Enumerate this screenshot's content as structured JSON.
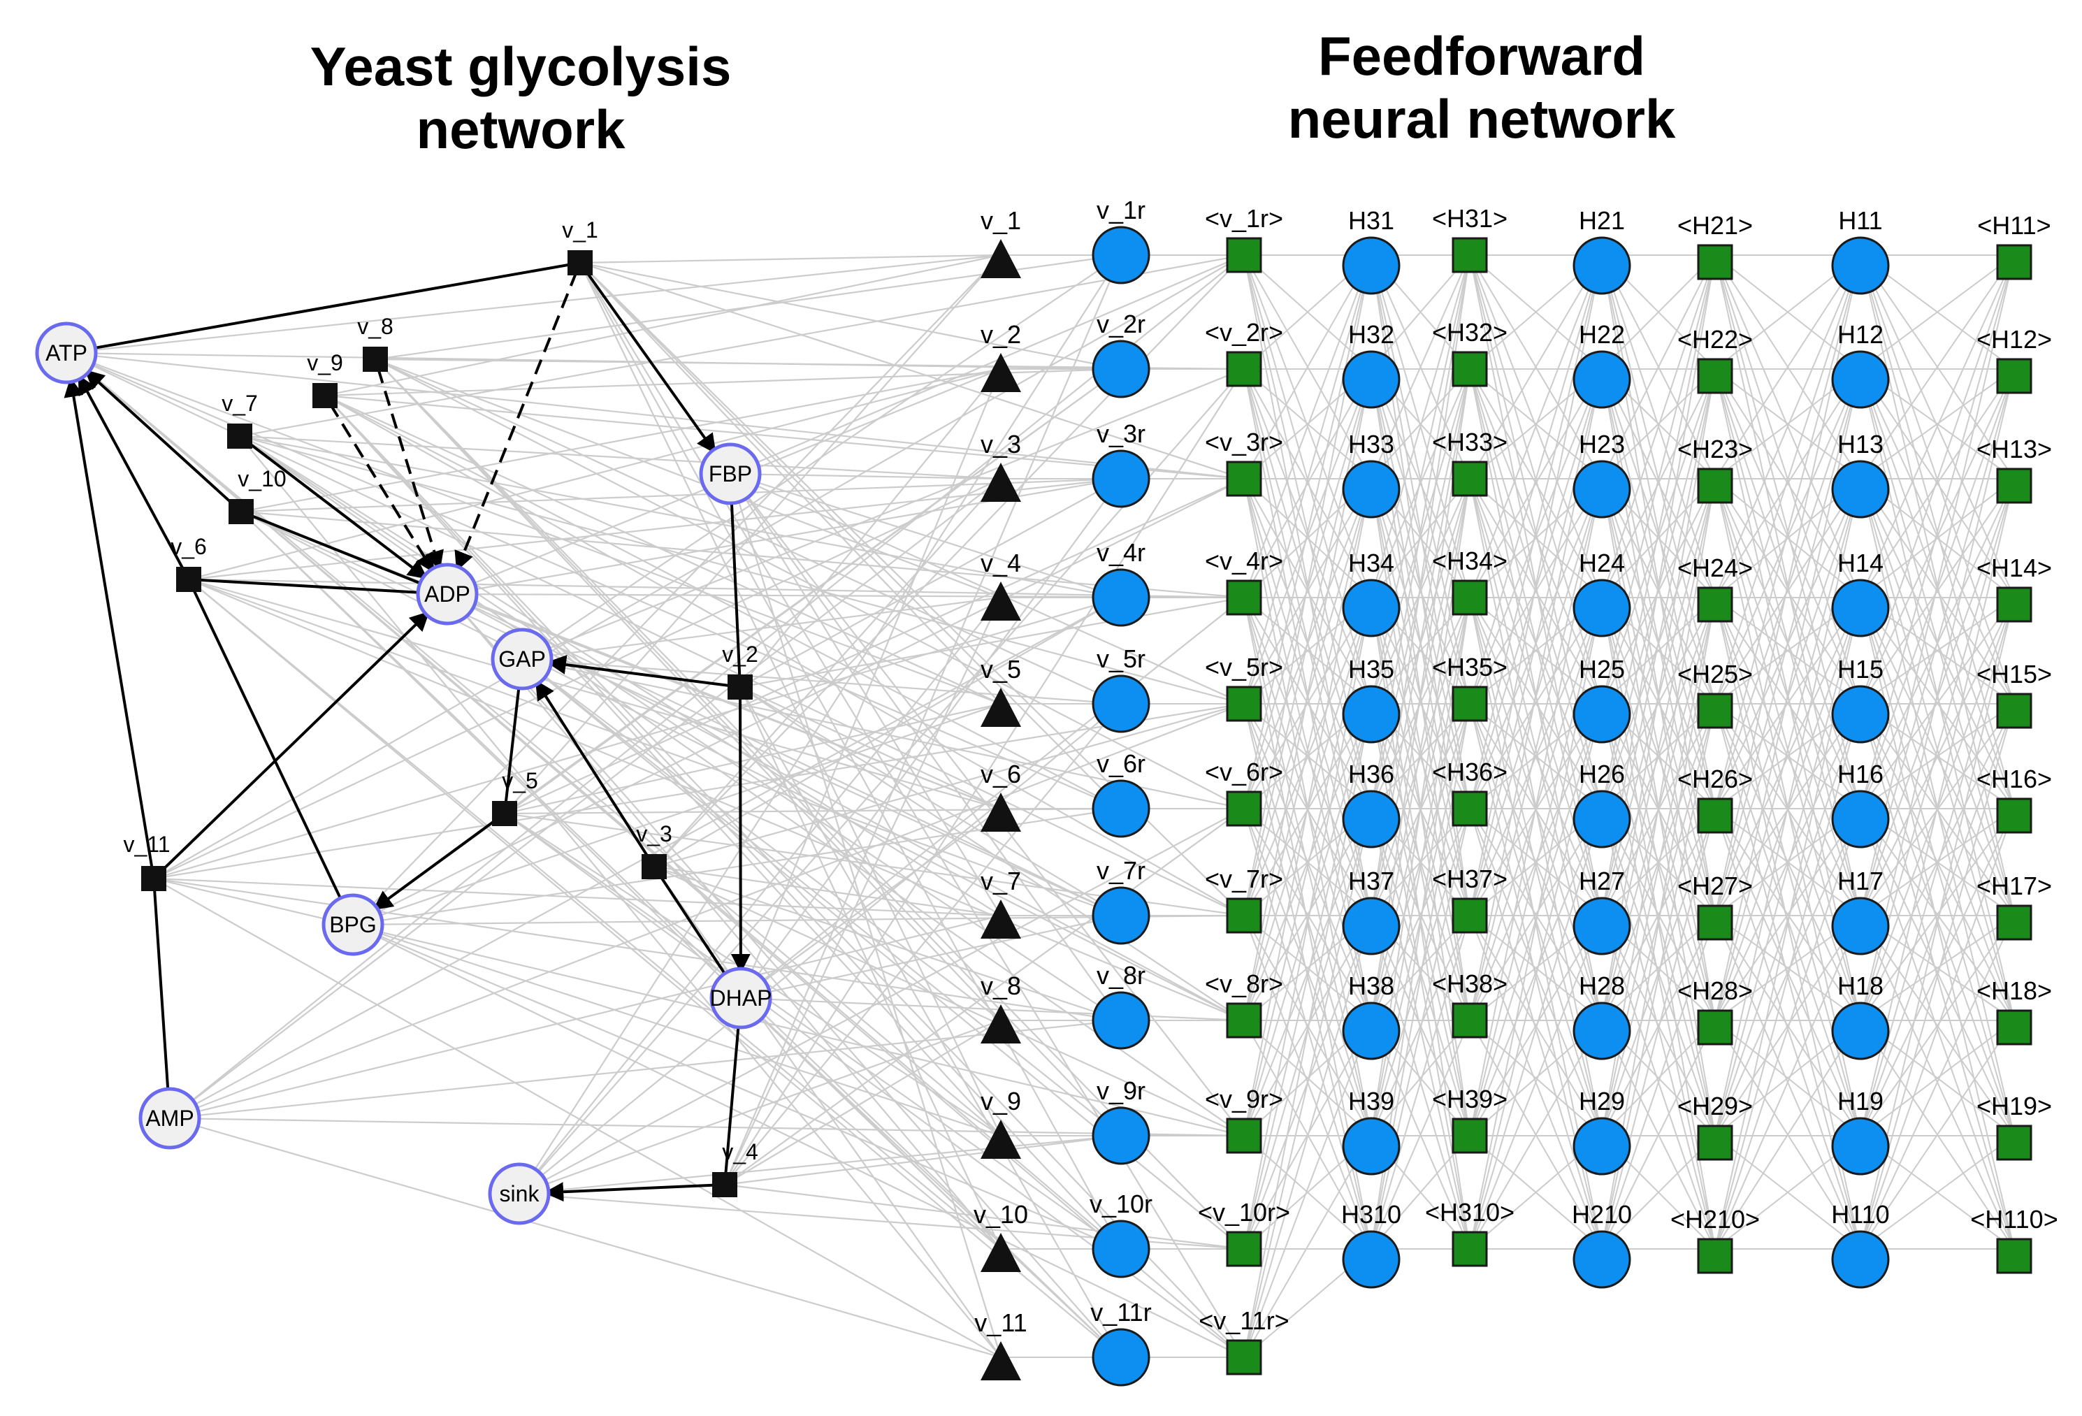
{
  "titles": {
    "left": [
      "Yeast glycolysis",
      "network"
    ],
    "right": [
      "Feedforward",
      "neural network"
    ]
  },
  "colors": {
    "metabolite_fill": "#f0f0f0",
    "metabolite_stroke": "#6a6af0",
    "reaction_fill": "#111111",
    "hidden_fill": "#0d8ff2",
    "output_fill": "#1a8a1a",
    "input_fill": "#111111",
    "edge_grey": "#cccccc",
    "edge_black": "#000000"
  },
  "glycolysis": {
    "metabolites": [
      "ATP",
      "ADP",
      "FBP",
      "GAP",
      "BPG",
      "DHAP",
      "AMP",
      "sink"
    ],
    "reactions": [
      "v_1",
      "v_2",
      "v_3",
      "v_4",
      "v_5",
      "v_6",
      "v_7",
      "v_8",
      "v_9",
      "v_10",
      "v_11"
    ],
    "edges": [
      {
        "from": "v_1",
        "to": "ATP",
        "style": "solid",
        "arrow": false
      },
      {
        "from": "v_1",
        "to": "FBP",
        "style": "solid",
        "arrow": true
      },
      {
        "from": "v_1",
        "to": "ADP",
        "style": "dashed",
        "arrow": true
      },
      {
        "from": "v_8",
        "to": "ADP",
        "style": "dashed",
        "arrow": true
      },
      {
        "from": "v_9",
        "to": "ADP",
        "style": "dashed",
        "arrow": true
      },
      {
        "from": "v_7",
        "to": "ADP",
        "style": "solid",
        "arrow": true
      },
      {
        "from": "v_10",
        "to": "ADP",
        "style": "solid",
        "arrow": false
      },
      {
        "from": "v_6",
        "to": "ADP",
        "style": "solid",
        "arrow": false
      },
      {
        "from": "v_10",
        "to": "ATP",
        "style": "solid",
        "arrow": true
      },
      {
        "from": "v_6",
        "to": "ATP",
        "style": "solid",
        "arrow": true
      },
      {
        "from": "v_11",
        "to": "ATP",
        "style": "solid",
        "arrow": true
      },
      {
        "from": "v_11",
        "to": "ADP",
        "style": "solid",
        "arrow": true
      },
      {
        "from": "AMP",
        "to": "v_11",
        "style": "solid",
        "arrow": false
      },
      {
        "from": "BPG",
        "to": "v_6",
        "style": "solid",
        "arrow": false
      },
      {
        "from": "FBP",
        "to": "v_2",
        "style": "solid",
        "arrow": false
      },
      {
        "from": "v_2",
        "to": "GAP",
        "style": "solid",
        "arrow": true
      },
      {
        "from": "v_2",
        "to": "DHAP",
        "style": "solid",
        "arrow": true
      },
      {
        "from": "GAP",
        "to": "v_5",
        "style": "solid",
        "arrow": false
      },
      {
        "from": "v_5",
        "to": "BPG",
        "style": "solid",
        "arrow": true
      },
      {
        "from": "DHAP",
        "to": "v_3",
        "style": "solid",
        "arrow": false
      },
      {
        "from": "v_3",
        "to": "GAP",
        "style": "solid",
        "arrow": true
      },
      {
        "from": "DHAP",
        "to": "v_4",
        "style": "solid",
        "arrow": false
      },
      {
        "from": "v_4",
        "to": "sink",
        "style": "solid",
        "arrow": true
      }
    ]
  },
  "neural_network": {
    "inputs": [
      "v_1",
      "v_2",
      "v_3",
      "v_4",
      "v_5",
      "v_6",
      "v_7",
      "v_8",
      "v_9",
      "v_10",
      "v_11"
    ],
    "input_hidden": [
      "v_1r",
      "v_2r",
      "v_3r",
      "v_4r",
      "v_5r",
      "v_6r",
      "v_7r",
      "v_8r",
      "v_9r",
      "v_10r",
      "v_11r"
    ],
    "input_outputs": [
      "<v_1r>",
      "<v_2r>",
      "<v_3r>",
      "<v_4r>",
      "<v_5r>",
      "<v_6r>",
      "<v_7r>",
      "<v_8r>",
      "<v_9r>",
      "<v_10r>",
      "<v_11r>"
    ],
    "layer3_hidden": [
      "H31",
      "H32",
      "H33",
      "H34",
      "H35",
      "H36",
      "H37",
      "H38",
      "H39",
      "H310"
    ],
    "layer3_outputs": [
      "<H31>",
      "<H32>",
      "<H33>",
      "<H34>",
      "<H35>",
      "<H36>",
      "<H37>",
      "<H38>",
      "<H39>",
      "<H310>"
    ],
    "layer2_hidden": [
      "H21",
      "H22",
      "H23",
      "H24",
      "H25",
      "H26",
      "H27",
      "H28",
      "H29",
      "H210"
    ],
    "layer2_outputs": [
      "<H21>",
      "<H22>",
      "<H23>",
      "<H24>",
      "<H25>",
      "<H26>",
      "<H27>",
      "<H28>",
      "<H29>",
      "<H210>"
    ],
    "layer1_hidden": [
      "H11",
      "H12",
      "H13",
      "H14",
      "H15",
      "H16",
      "H17",
      "H18",
      "H19",
      "H110"
    ],
    "layer1_outputs": [
      "<H11>",
      "<H12>",
      "<H13>",
      "<H14>",
      "<H15>",
      "<H16>",
      "<H17>",
      "<H18>",
      "<H19>",
      "<H110>"
    ]
  }
}
